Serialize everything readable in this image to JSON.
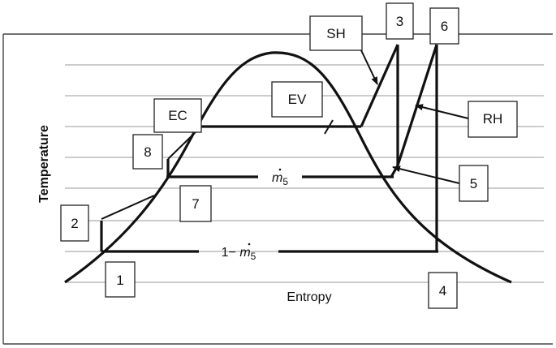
{
  "axes": {
    "x_label": "Entropy",
    "y_label": "Temperature"
  },
  "labels": {
    "state_1": "1",
    "state_2": "2",
    "state_3": "3",
    "state_4": "4",
    "state_5": "5",
    "state_6": "6",
    "state_7": "7",
    "state_8": "8",
    "ec": "EC",
    "ev": "EV",
    "sh": "SH",
    "rh": "RH"
  },
  "flows": {
    "m5_symbol": "m",
    "m5_subscript": "5",
    "low_prefix": "1− ",
    "low_symbol": "m",
    "low_subscript": "5"
  }
}
